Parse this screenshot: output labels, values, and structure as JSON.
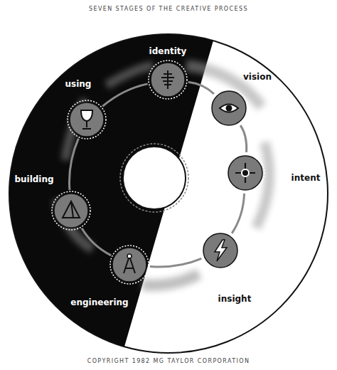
{
  "diagram": {
    "title": "SEVEN STAGES OF THE CREATIVE PROCESS",
    "caption": "COPYRIGHT 1982 MG TAYLOR CORPORATION",
    "nodes": [
      {
        "text": [
          "identity"
        ]
      },
      {
        "text": [
          "vision"
        ]
      },
      {
        "text": [
          "intent"
        ]
      },
      {
        "text": [
          "insight"
        ]
      },
      {
        "text": [
          "engineering"
        ]
      },
      {
        "text": [
          "building"
        ]
      },
      {
        "text": [
          "using"
        ]
      }
    ],
    "edges": [
      {
        "from": 0,
        "to": 1,
        "arrow": "none"
      },
      {
        "from": 1,
        "to": 2,
        "arrow": "none"
      },
      {
        "from": 2,
        "to": 3,
        "arrow": "none"
      },
      {
        "from": 3,
        "to": 4,
        "arrow": "none"
      },
      {
        "from": 4,
        "to": 5,
        "arrow": "none"
      },
      {
        "from": 5,
        "to": 6,
        "arrow": "none"
      },
      {
        "from": 6,
        "to": 0,
        "arrow": "none"
      }
    ]
  }
}
